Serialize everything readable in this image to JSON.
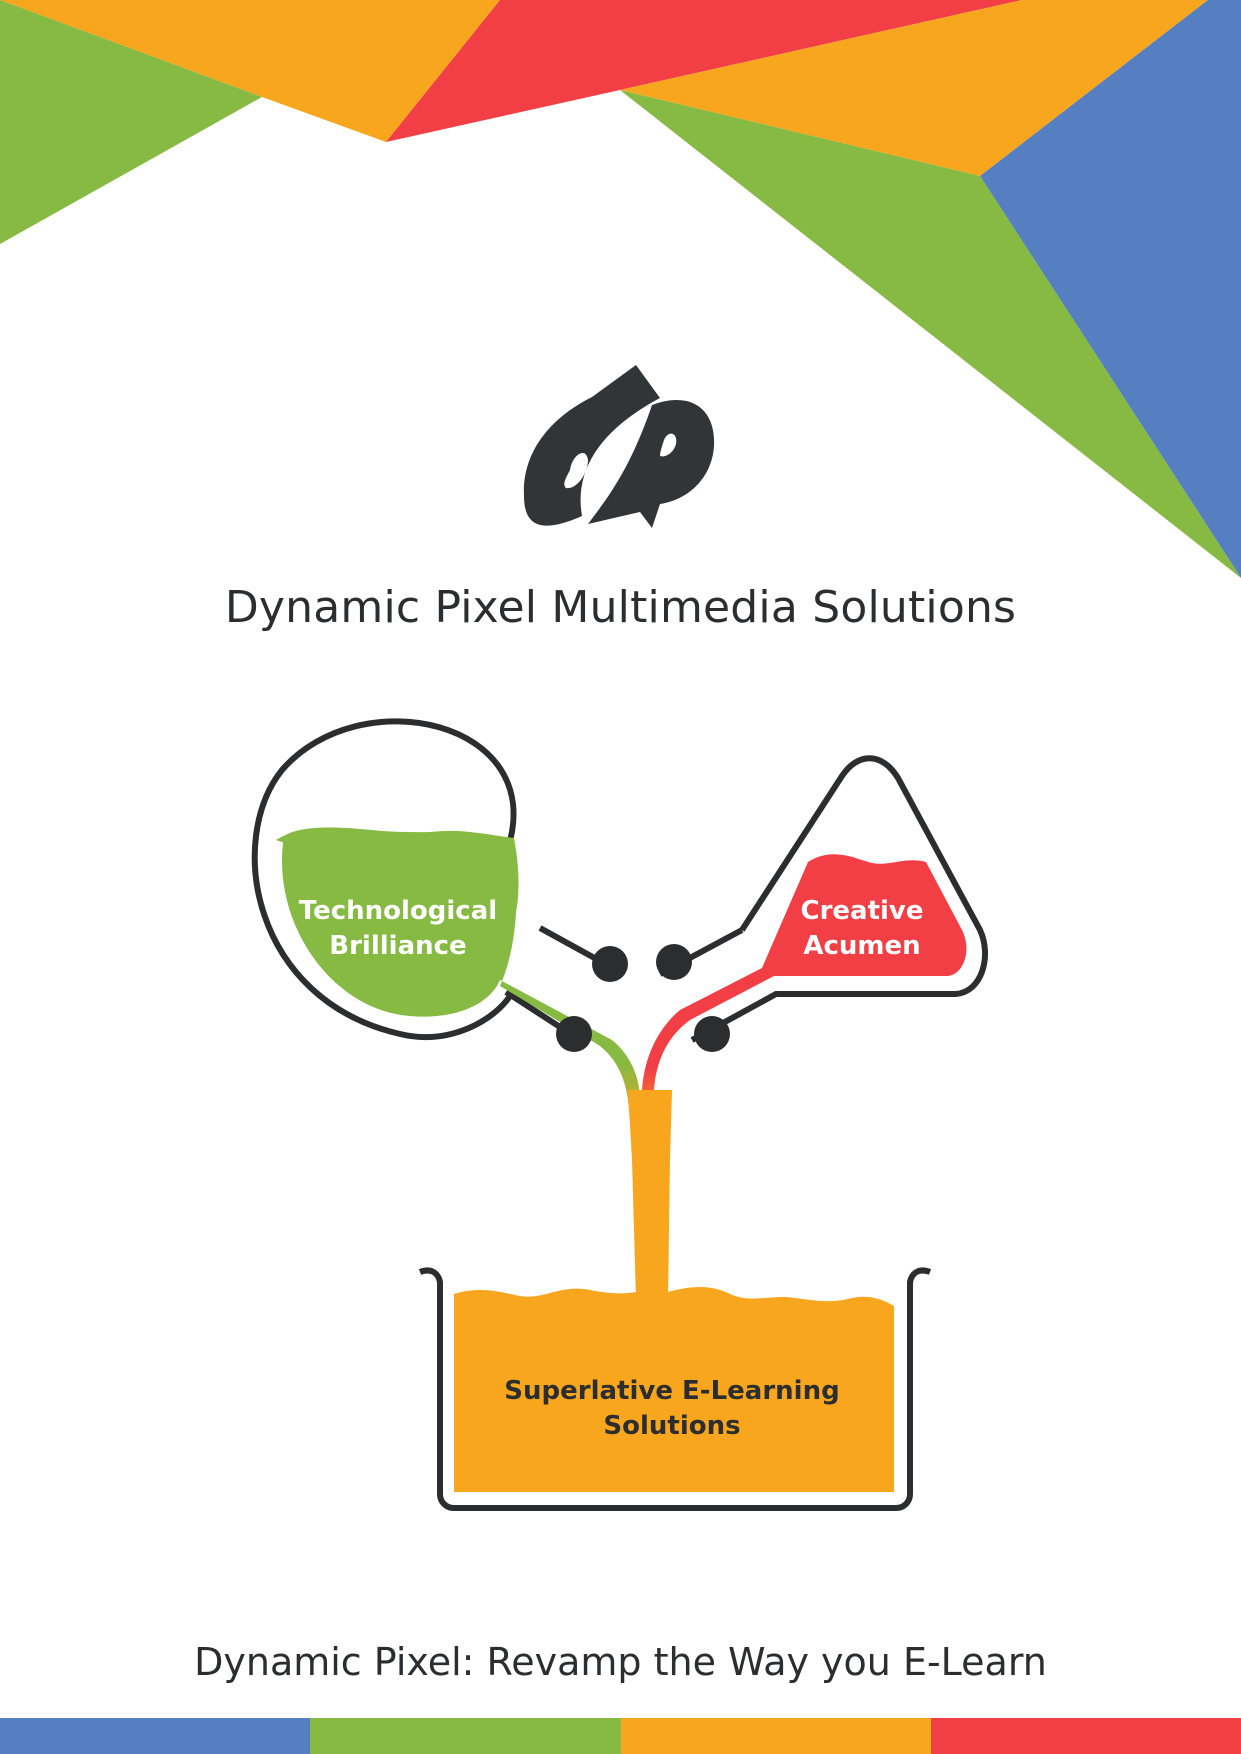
{
  "company": {
    "name": "Dynamic Pixel Multimedia Solutions"
  },
  "diagram": {
    "flask_left_label": [
      "Technological",
      "Brilliance"
    ],
    "flask_right_label": [
      "Creative",
      "Acumen"
    ],
    "container_label": [
      "Superlative E-Learning",
      "Solutions"
    ]
  },
  "tagline": "Dynamic Pixel: Revamp the Way you E-Learn",
  "colors": {
    "green": "#86BA42",
    "orange": "#F9A61F",
    "red": "#F23E45",
    "blue": "#557FC0",
    "dark": "#2B2D2F"
  },
  "icons": {
    "logo": "dp-logo-icon"
  }
}
